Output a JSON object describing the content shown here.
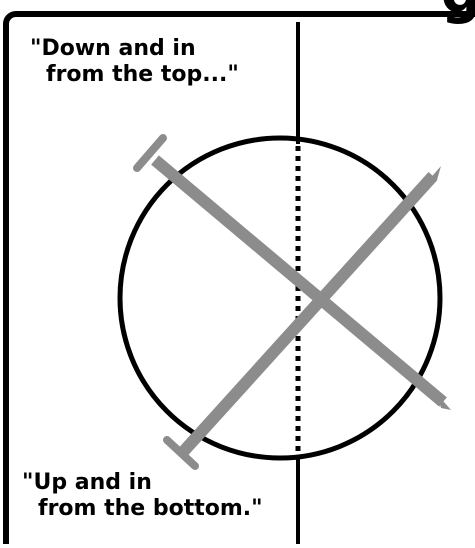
{
  "panel": {
    "caption_top_line1": "\"Down and in",
    "caption_top_line2": "from the top...\"",
    "caption_bottom_line1": "\"Up and in",
    "caption_bottom_line2": "from the bottom.\""
  },
  "title_fragment": "g",
  "colors": {
    "ink": "#000000",
    "needle": "#8c8c8c",
    "background": "#ffffff"
  },
  "icons": {
    "needle_down": "knitting-needle-icon",
    "needle_up": "knitting-needle-icon",
    "stitch_loop": "circle-loop-icon"
  }
}
